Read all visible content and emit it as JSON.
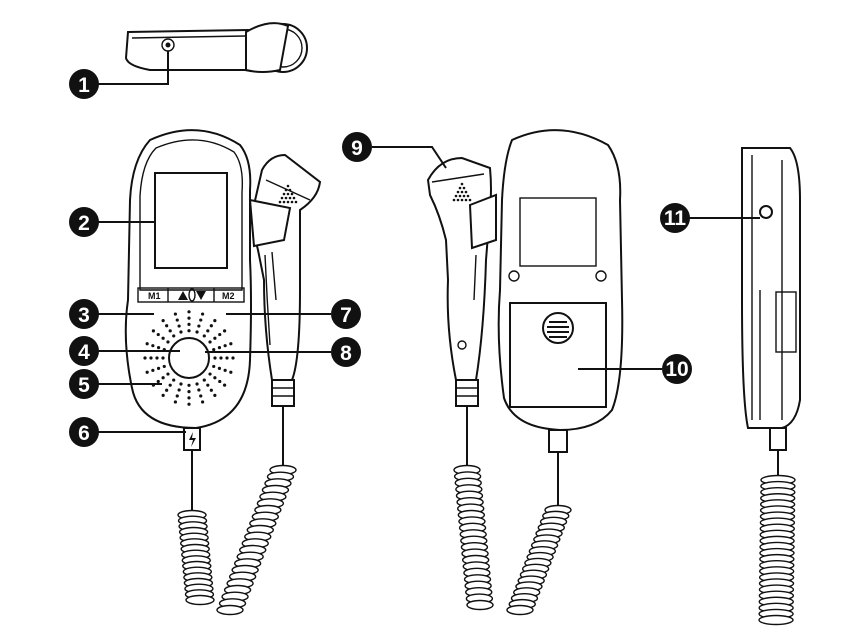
{
  "callouts": [
    "1",
    "2",
    "3",
    "4",
    "5",
    "6",
    "7",
    "8",
    "9",
    "10",
    "11"
  ],
  "buttons": {
    "m1": "M1",
    "m2": "M2"
  },
  "icons": [
    "up-arrow-icon",
    "down-arrow-icon",
    "speaker-icon",
    "power-icon"
  ],
  "colors": {
    "line": "#111111",
    "background": "#ffffff",
    "callout_fill": "#111111"
  }
}
